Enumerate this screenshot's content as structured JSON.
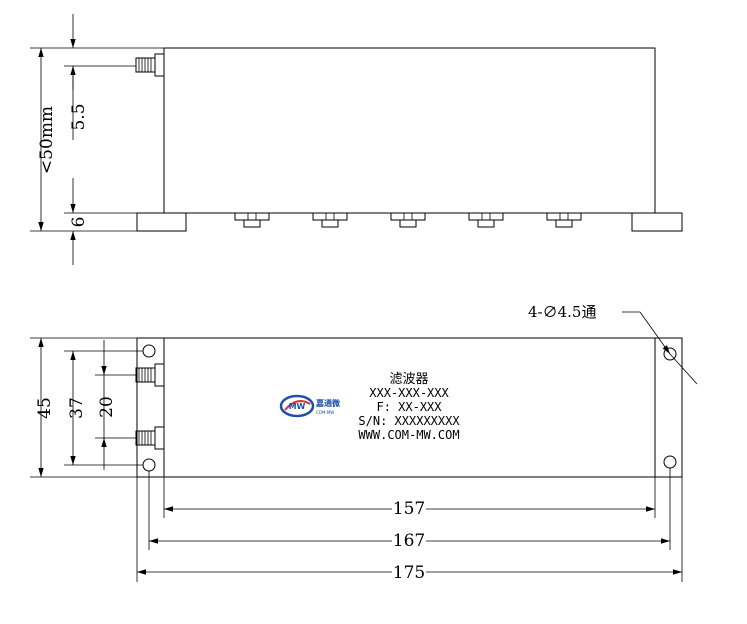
{
  "dimensions": {
    "height_max": "<50mm",
    "connector_offset": "5.5",
    "base_height": "6",
    "width_45": "45",
    "port_span_37": "37",
    "port_span_20": "20",
    "hole_spacing_157": "157",
    "hole_spacing_167": "167",
    "overall_length_175": "175",
    "mounting_holes": "4-∅4.5通"
  },
  "label": {
    "product": "滤波器",
    "model": "XXX-XXX-XXX",
    "frequency": "F: XX-XXX",
    "serial": "S/N: XXXXXXXXX",
    "website": "WWW.COM-MW.COM"
  },
  "logo": {
    "mark": "MW",
    "name": "嘉通微",
    "subtitle": "COM-MW",
    "colors": {
      "ring": "#1f4fa8",
      "swoosh": "#d9342b"
    }
  }
}
